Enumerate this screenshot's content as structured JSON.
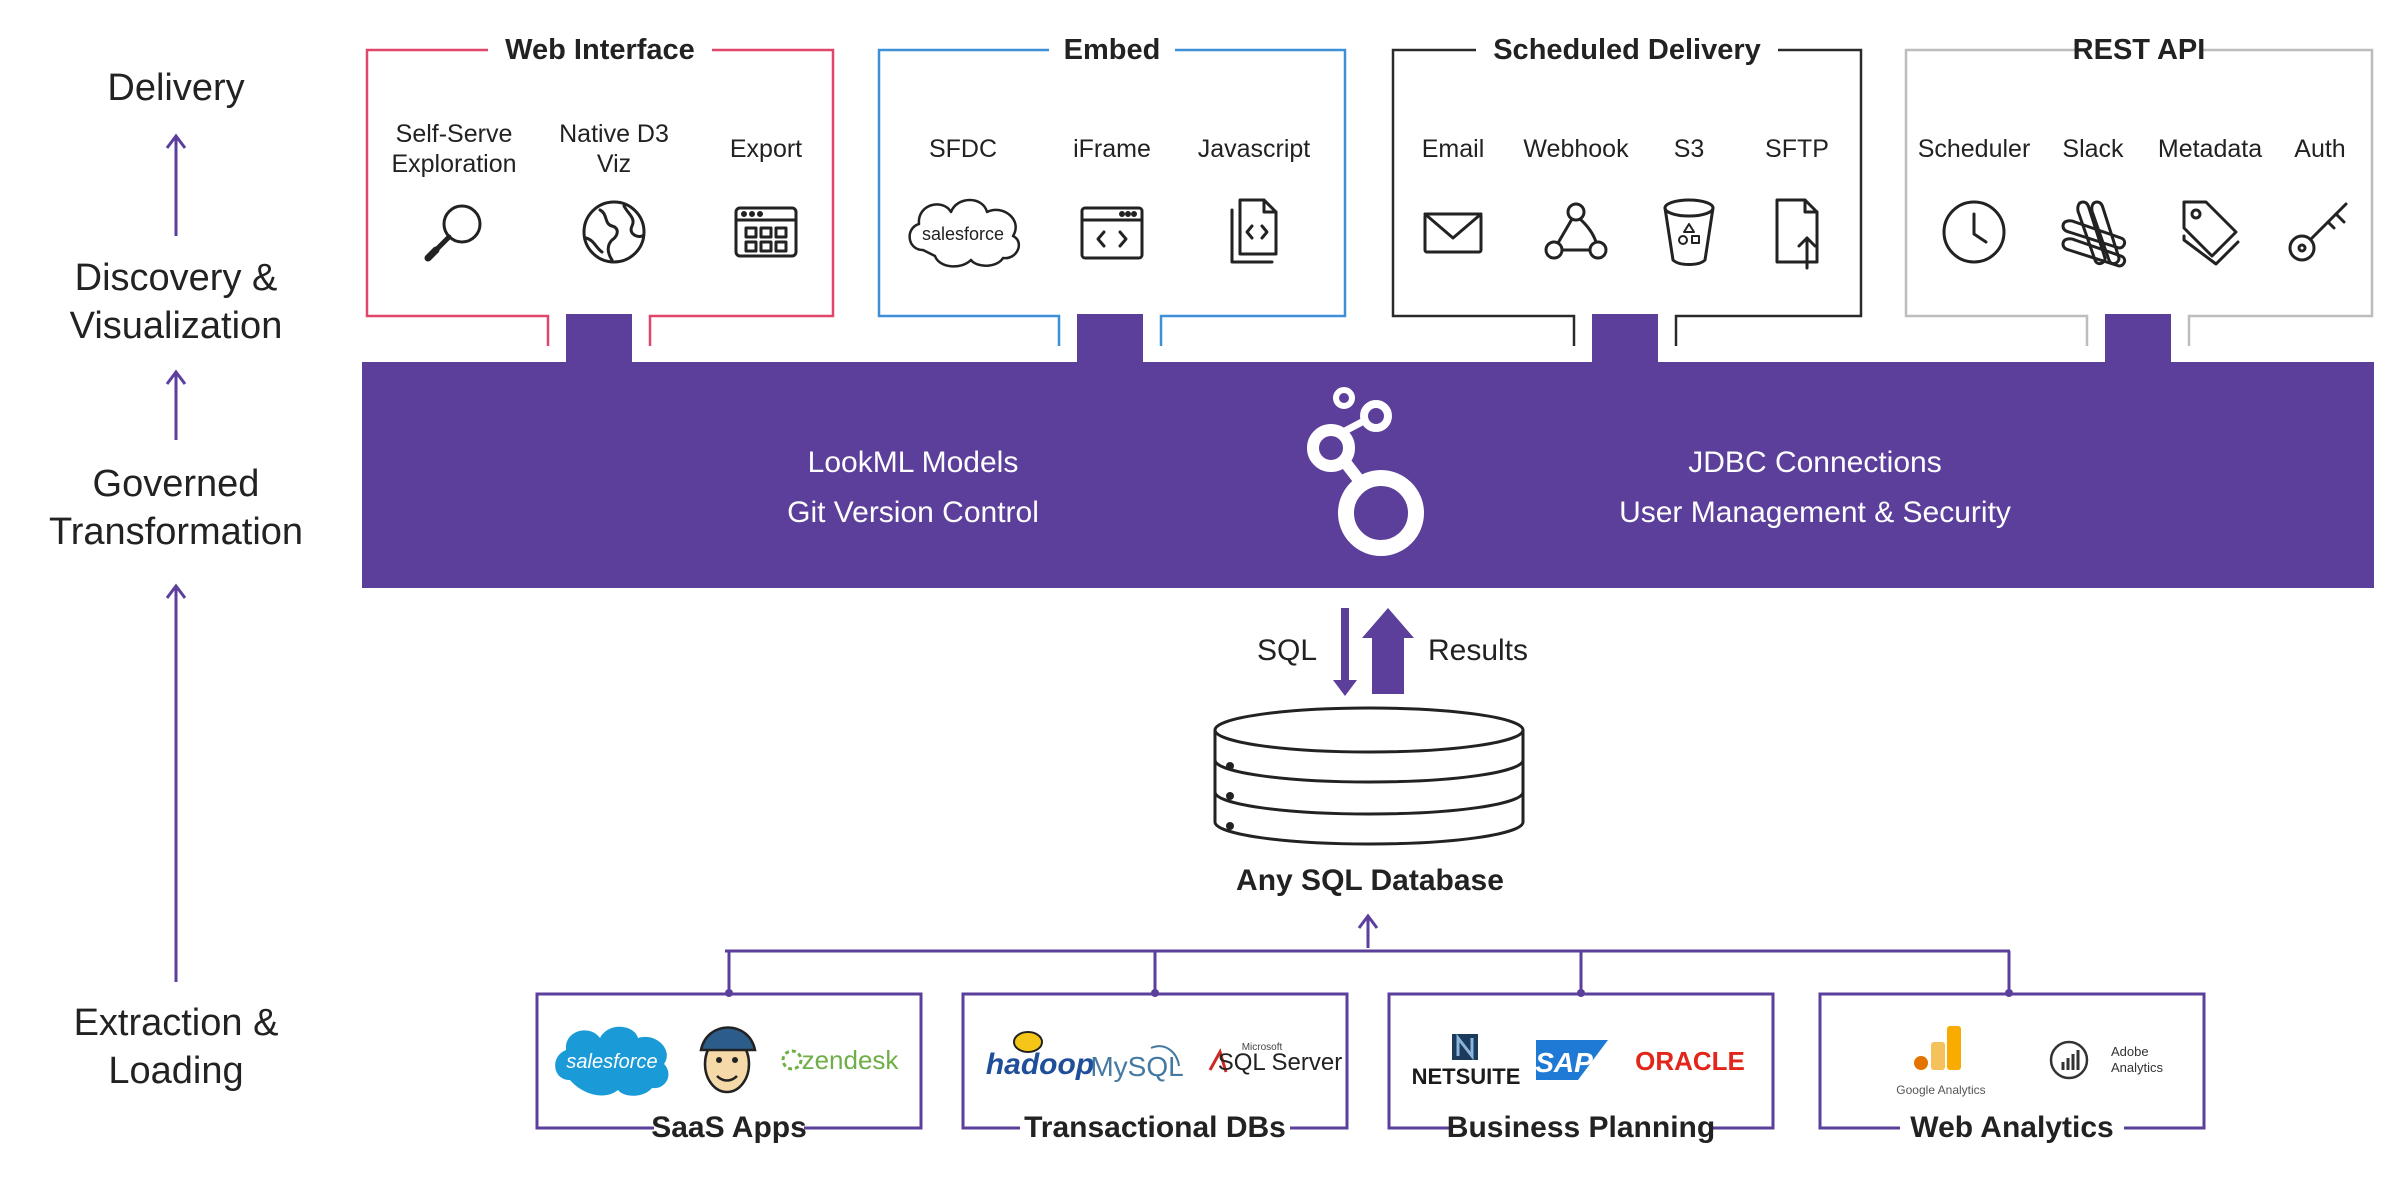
{
  "colors": {
    "purple": "#5b3f9b",
    "web": "#e0466a",
    "embed": "#3d8fd6",
    "scheduled": "#2a2a2a",
    "rest": "#bdbdbd",
    "icon": "#222222"
  },
  "layers": {
    "delivery": [
      "Delivery"
    ],
    "discovery": [
      "Discovery &",
      "Visualization"
    ],
    "governed": [
      "Governed",
      "Transformation"
    ],
    "extraction": [
      "Extraction &",
      "Loading"
    ]
  },
  "delivery_groups": [
    {
      "title": "Web Interface",
      "items": [
        {
          "label": [
            "Self-Serve",
            "Exploration"
          ],
          "icon": "magnifier-icon"
        },
        {
          "label": [
            "Native D3",
            "Viz"
          ],
          "icon": "globe-icon"
        },
        {
          "label": [
            "Export"
          ],
          "icon": "export-grid-icon"
        }
      ]
    },
    {
      "title": "Embed",
      "items": [
        {
          "label": [
            "SFDC"
          ],
          "icon": "salesforce-cloud-icon",
          "logo_text": "salesforce"
        },
        {
          "label": [
            "iFrame"
          ],
          "icon": "code-window-icon"
        },
        {
          "label": [
            "Javascript"
          ],
          "icon": "code-files-icon"
        }
      ]
    },
    {
      "title": "Scheduled Delivery",
      "items": [
        {
          "label": [
            "Email"
          ],
          "icon": "envelope-icon"
        },
        {
          "label": [
            "Webhook"
          ],
          "icon": "webhook-icon"
        },
        {
          "label": [
            "S3"
          ],
          "icon": "bucket-icon"
        },
        {
          "label": [
            "SFTP"
          ],
          "icon": "file-upload-icon"
        }
      ]
    },
    {
      "title": "REST API",
      "items": [
        {
          "label": [
            "Scheduler"
          ],
          "icon": "clock-icon"
        },
        {
          "label": [
            "Slack"
          ],
          "icon": "slack-hash-icon"
        },
        {
          "label": [
            "Metadata"
          ],
          "icon": "tags-icon"
        },
        {
          "label": [
            "Auth"
          ],
          "icon": "key-icon"
        }
      ]
    }
  ],
  "platform": {
    "left_lines": [
      "LookML Models",
      "Git Version Control"
    ],
    "right_lines": [
      "JDBC Connections",
      "User Management & Security"
    ],
    "logo": "looker-logo-icon"
  },
  "flow": {
    "down_label": "SQL",
    "up_label": "Results"
  },
  "database": {
    "label": "Any SQL Database",
    "icon": "database-icon"
  },
  "sources": [
    {
      "title": "SaaS Apps",
      "logos": [
        {
          "name": "salesforce-logo",
          "text": "salesforce"
        },
        {
          "name": "mailchimp-logo",
          "text": ""
        },
        {
          "name": "zendesk-logo",
          "text": "zendesk"
        }
      ]
    },
    {
      "title": "Transactional DBs",
      "logos": [
        {
          "name": "hadoop-logo",
          "text": "hadoop"
        },
        {
          "name": "mysql-logo",
          "text": "MySQL"
        },
        {
          "name": "sqlserver-logo",
          "text": "SQL Server",
          "sub": "Microsoft"
        }
      ]
    },
    {
      "title": "Business Planning",
      "logos": [
        {
          "name": "netsuite-logo",
          "text": "NETSUITE"
        },
        {
          "name": "sap-logo",
          "text": "SAP"
        },
        {
          "name": "oracle-logo",
          "text": "ORACLE"
        }
      ]
    },
    {
      "title": "Web Analytics",
      "logos": [
        {
          "name": "google-analytics-logo",
          "text": "Google Analytics"
        },
        {
          "name": "adobe-analytics-logo",
          "text": "Adobe",
          "sub": "Analytics"
        }
      ]
    }
  ]
}
